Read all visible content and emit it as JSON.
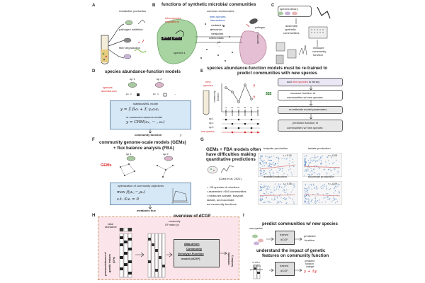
{
  "panel_letters": [
    "A",
    "B",
    "C",
    "D",
    "E",
    "F",
    "G",
    "H",
    "I"
  ],
  "panelA": {
    "items": [
      "metabolite production",
      "pathogen inhibition",
      "fiber degradation"
    ]
  },
  "panelB": {
    "title": "functions of synthetic microbial communities",
    "intra": [
      "intra-species",
      "regulations"
    ],
    "gene1": "gene 1",
    "gene2": "gene 2",
    "species1": "species 1",
    "species2": "species 2",
    "env": "common environment",
    "inter": [
      "inter-species",
      "interactions"
    ],
    "mediated": [
      "mediated by:",
      "resources",
      "metabolites",
      "antimicrobials",
      "pH",
      "..."
    ],
    "pathogen": "pathogen"
  },
  "panelC": {
    "library": "species library",
    "assemble": [
      "assemble",
      "synthetic",
      "communities"
    ],
    "measure": [
      "measure",
      "community",
      "function"
    ]
  },
  "panelD": {
    "title": "species abundance-function models",
    "abund": [
      "species'",
      "abundances"
    ],
    "sp1": "sp 1",
    "sp2": "sp 2",
    "a1": "a₁ =",
    "a2": "a₂ =",
    "dots": "...",
    "model_title": "statistical/ML model",
    "eq1": "y = Σ βᵢaᵢ + Σ γᵢⱼaᵢaⱼ",
    "or": "or consumer resource model",
    "eq2": "y = CRM(a₁, ··· , aₙ)",
    "fn": "community function",
    "y": "y"
  },
  "panelE": {
    "title": [
      "species abundance-function models must be re-trained to",
      "predict communities with new species"
    ],
    "new": [
      "new",
      "species"
    ],
    "axis": [
      "community",
      "function"
    ],
    "cols": [
      "comm. 1",
      "comm. 2",
      "comm. 3",
      "comm. 4",
      "comm. 5",
      "comm. 6"
    ],
    "rows": [
      "sp 1",
      "sp 2",
      "sp 3",
      "new species"
    ],
    "steps": [
      {
        "pre": "add ",
        "hl": "new species",
        "post": " to library"
      },
      {
        "pre": "measure function of",
        "hl": "",
        "post": "communities w/ new species"
      },
      {
        "pre": "re-estimate model parameters",
        "hl": "",
        "post": ""
      },
      {
        "pre": "predicted function of",
        "hl": "",
        "post": "communities w/ new species"
      }
    ],
    "money": "$$$"
  },
  "panelF": {
    "title": [
      "community genome-scale models (GEMs)",
      "+ flux balance analysis (FBA)"
    ],
    "gems": "GEMs",
    "sp1": "sp 1",
    "sp2": "sp 2",
    "opt": "optimization of community objectives",
    "eq1": "max  f(μ₁,···,μₙ)",
    "eq2": "s.t.  Sᵢvᵢ = 0",
    "flux": "metabolic flux"
  },
  "panelG": {
    "title": [
      "GEMs + FBA models often",
      "have difficulties making",
      "quantitative predictions"
    ],
    "cite": "(Clark et al. 2021)",
    "bullets": [
      "~25 species of microbes",
      "assembled >500 communities",
      "measured acetate, butyrate,",
      "lactate, and succinate",
      "as community functions"
    ],
    "plots": [
      {
        "title": "butyrate production",
        "r": "r = 0.30"
      },
      {
        "title": "lactate production",
        "r": "r = -0.08"
      },
      {
        "title": "acetate production",
        "r": "r = 0.05"
      },
      {
        "title": "succinate production",
        "r": "r = -0.09"
      }
    ]
  },
  "panelH": {
    "title": "overview of dCGF",
    "init": [
      "initial",
      "abundance"
    ],
    "gfm": [
      "community",
      "GF matrix (x)"
    ],
    "presence": [
      "presence/absence of",
      "genetic features",
      "(GFs)"
    ],
    "model": [
      "data-driven",
      "Community",
      "Genotype-Function",
      "model (dCGF)"
    ],
    "fn": [
      "community",
      "function y"
    ]
  },
  "panelI": {
    "t1": "predict communities w/ new species",
    "t2": [
      "understand the impact of genetic",
      "features on community function"
    ],
    "trained": [
      "trained",
      "dCGF"
    ],
    "pred": [
      "predicted",
      "function"
    ],
    "newsp": "new species",
    "insilico": [
      "in silico",
      "genetic",
      "perturbation"
    ],
    "change": [
      "predicted",
      "function",
      "change"
    ],
    "delta": "y + Δy"
  }
}
